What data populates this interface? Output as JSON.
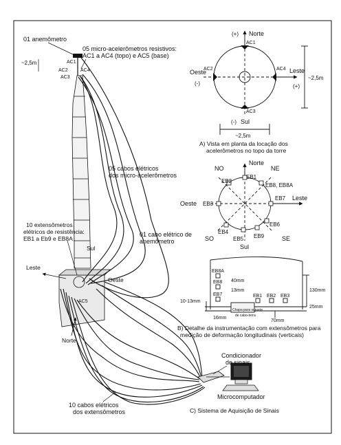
{
  "colors": {
    "line": "#111111",
    "fill_light": "#f2f2f2",
    "panel": "#ffffff",
    "screen": "#1a1a1a"
  },
  "tower": {
    "anemometer": "01 anemômetro",
    "height_marker": "~2,5m",
    "accel_heading": "05 micro-acelerômetros resistivos:",
    "accel_detail": "AC1 a AC4 (topo) e AC5 (base)",
    "ac1": "AC1",
    "ac2": "AC2",
    "ac3": "AC3",
    "ac4": "AC4",
    "ac5": "AC5",
    "accel_cables_1": "05 cabos elétricos",
    "accel_cables_2": "dos micro-acelerômetros",
    "anem_cable_1": "01 cabo elétrico de",
    "anem_cable_2": "anemômetro",
    "strain_1": "10 extensômetros",
    "strain_2": "elétricos de resistência:",
    "strain_3": "EB1 a Eb9 e EB8A",
    "sul": "Sul",
    "leste": "Leste",
    "oeste": "Oeste",
    "norte": "Norte",
    "strain_cables_1": "10 cabos elétricos",
    "strain_cables_2": "dos extensômetros"
  },
  "panel_a": {
    "norte": "Norte",
    "plus_top": "(+)",
    "oeste": "Oeste",
    "minus_left": "(-)",
    "leste": "Leste",
    "plus_right": "(+)",
    "sul": "Sul",
    "minus_bottom": "(-)",
    "ac1": "AC1",
    "ac2": "AC2",
    "ac3": "AC3",
    "ac4": "AC4",
    "dim_right": "~2,5m",
    "dim_bottom": "~2,5m",
    "caption_1": "A) Vista em planta da locação dos",
    "caption_2": "acelerômetros no topo da torre"
  },
  "panel_b_plan": {
    "norte": "Norte",
    "ne": "NE",
    "no": "NO",
    "oeste": "Oeste",
    "leste": "Leste",
    "so": "SO",
    "se": "SE",
    "sul": "Sul",
    "eb1": "EB1",
    "eb2": "EB2",
    "eb3": "EB3",
    "eb4": "EB4",
    "eb5": "EB5",
    "eb6": "EB6",
    "eb7": "EB7",
    "eb8": "EB8, EB8A",
    "eb9": "EB9"
  },
  "panel_b_detail": {
    "eb8a": "EB8A",
    "eb8": "EB8",
    "eb7": "EB7",
    "eb1": "EB1",
    "eb2": "EB2",
    "eb3": "EB3",
    "d40": "40mm",
    "d13": "13mm",
    "d130": "130mm",
    "d25": "25mm",
    "d70": "70mm",
    "d16": "16mm",
    "d1013": "10-13mm",
    "plate": "Chapa para suporte",
    "plate2": "de cabo-terra",
    "caption_1": "B) Detalhe da instrumentação com extensômetros para",
    "caption_2": "medição de deformação longitudinais (verticais)"
  },
  "panel_c": {
    "conditioner_1": "Condicionador",
    "conditioner_2": "de sinais",
    "computer": "Microcomputador",
    "caption": "C) Sistema de Aquisição de Sinais"
  }
}
